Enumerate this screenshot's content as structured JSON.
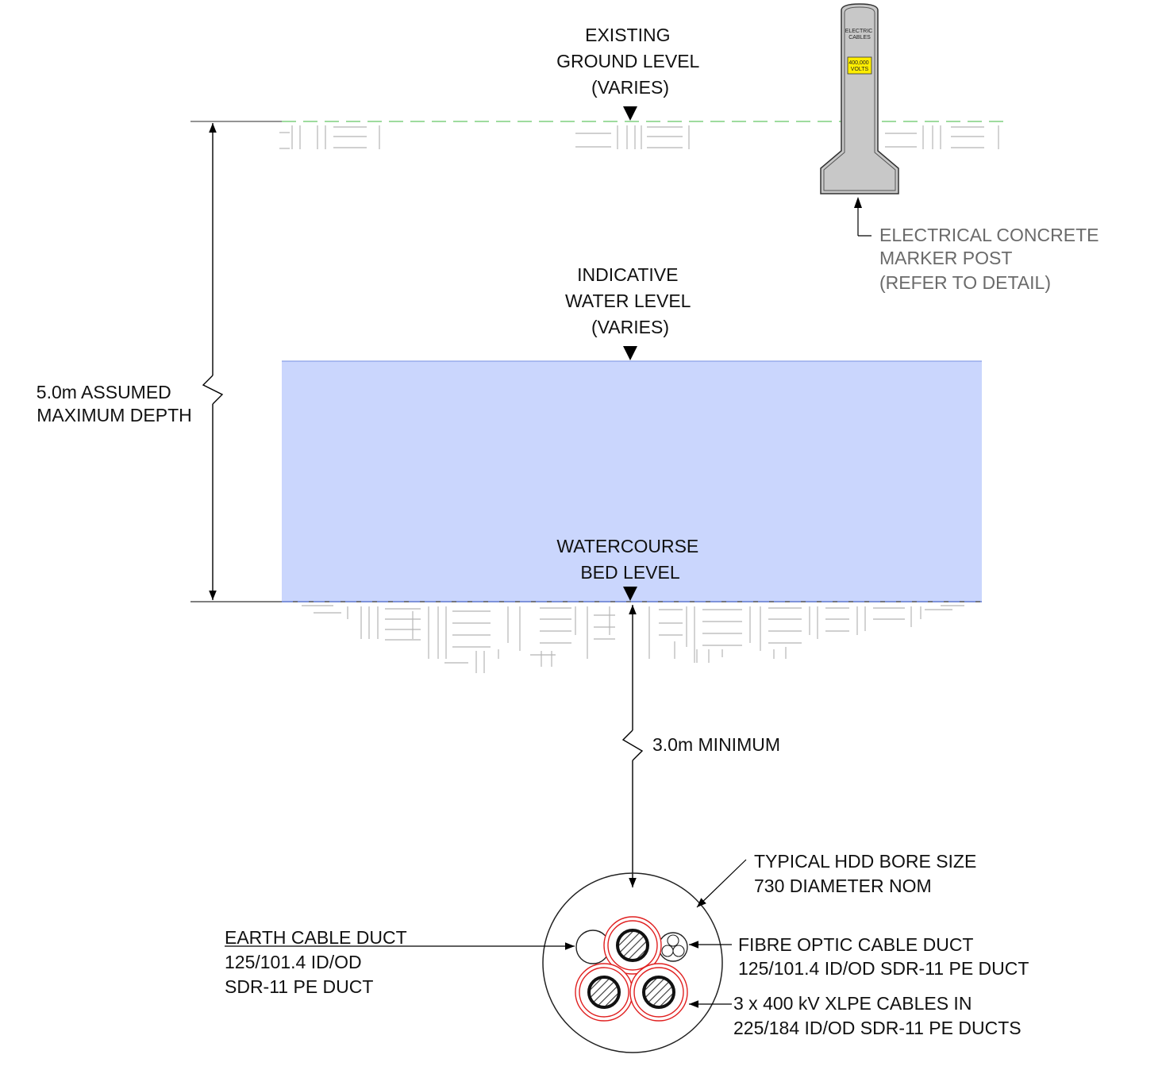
{
  "labels": {
    "ground_level": [
      "EXISTING",
      "GROUND LEVEL",
      "(VARIES)"
    ],
    "water_level": [
      "INDICATIVE",
      "WATER LEVEL",
      "(VARIES)"
    ],
    "bed_level": [
      "WATERCOURSE",
      "BED LEVEL"
    ],
    "max_depth": [
      "5.0m ASSUMED",
      "MAXIMUM DEPTH"
    ],
    "min_cover": "3.0m MINIMUM",
    "marker_post": [
      "ELECTRICAL CONCRETE",
      "MARKER POST",
      "(REFER TO DETAIL)"
    ],
    "bore": [
      "TYPICAL HDD BORE SIZE",
      "730 DIAMETER NOM"
    ],
    "earth_duct": [
      "EARTH CABLE DUCT",
      "125/101.4 ID/OD",
      "SDR-11 PE DUCT"
    ],
    "fibre_duct": [
      "FIBRE OPTIC CABLE DUCT",
      "125/101.4 ID/OD SDR-11 PE DUCT"
    ],
    "power_cables": [
      "3 x 400 kV XLPE CABLES IN",
      "225/184 ID/OD SDR-11 PE DUCTS"
    ]
  },
  "marker_post": {
    "header": [
      "ELECTRIC",
      "CABLES"
    ],
    "plate": [
      "400,000",
      "VOLTS"
    ]
  },
  "colors": {
    "water": "#cad6fd",
    "ground_line": "#7fcf7f",
    "duct_red": "#e02020",
    "post_fill": "#c8c8c8",
    "plate": "#ffee00"
  }
}
